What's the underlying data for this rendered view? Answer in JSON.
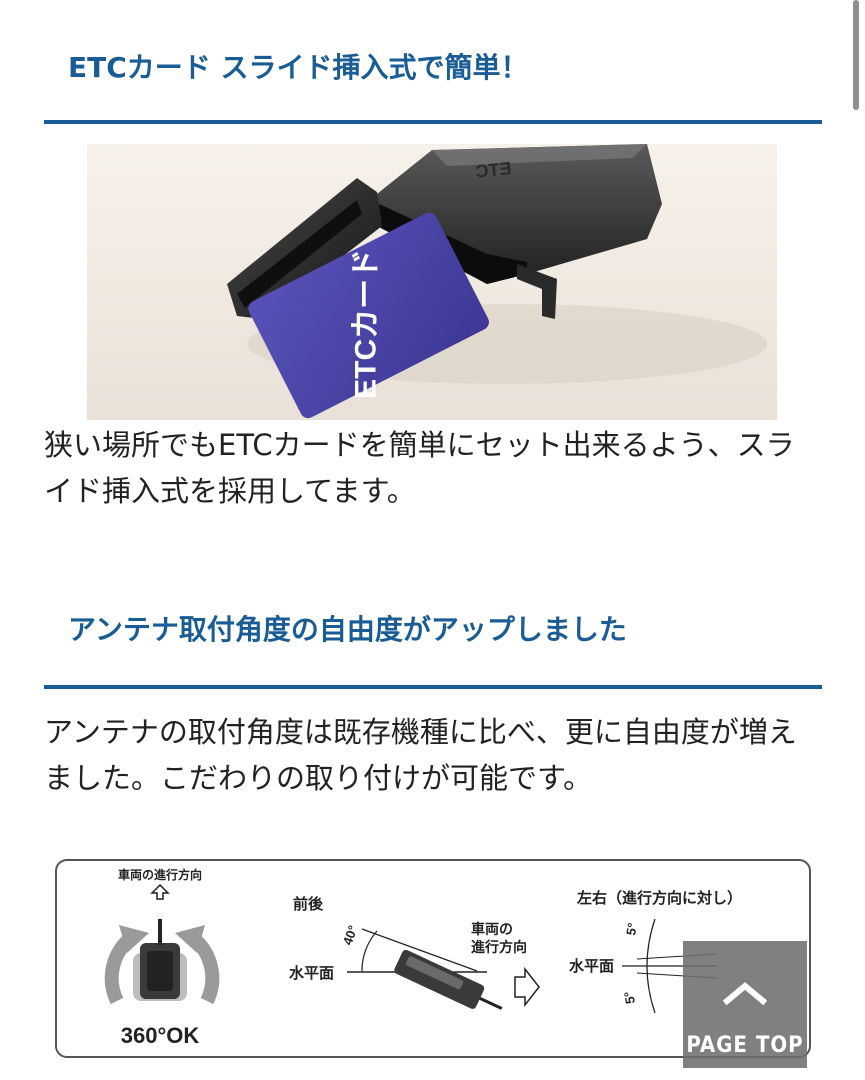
{
  "sections": [
    {
      "heading": "ETCカード スライド挿入式で簡単！",
      "image": {
        "card_label": "ETCカード",
        "device_mark": "ETC"
      },
      "text": "狭い場所でもETCカードを簡単にセット出来るよう、スライド挿入式を採用してます。"
    },
    {
      "heading": "アンテナ取付角度の自由度がアップしました",
      "text": "アンテナの取付角度は既存機種に比べ、更に自由度が増えました。こだわりの取り付けが可能です。"
    }
  ],
  "diagram": {
    "rotation": {
      "direction_label": "車両の進行方向",
      "caption": "360°OK"
    },
    "front_back": {
      "title": "前後",
      "angle": "40°",
      "horizontal": "水平面",
      "direction_line1": "車両の",
      "direction_line2": "進行方向"
    },
    "left_right": {
      "title": "左右（進行方向に対し）",
      "angle_top": "5°",
      "angle_bottom": "5°",
      "horizontal": "水平面"
    }
  },
  "page_top": {
    "label": "PAGE TOP"
  },
  "colors": {
    "heading": "#1a5c96",
    "rule": "#1a5c96",
    "card": "#4a45a8",
    "page_top_bg": "#6e6e6e"
  }
}
